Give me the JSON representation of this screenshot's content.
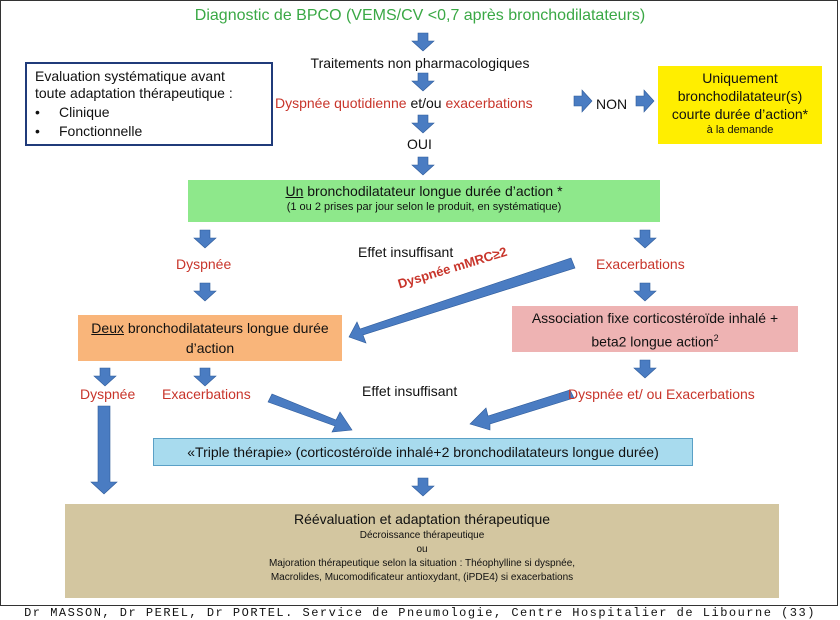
{
  "title": "Diagnostic de BPCO (VEMS/CV <0,7 après bronchodilatateurs)",
  "non_pharma": "Traitements non pharmacologiques",
  "question": {
    "part1": "Dyspnée quotidienne",
    "part2": "et/ou",
    "part3": "exacerbations"
  },
  "non_label": "NON",
  "oui_label": "OUI",
  "eval_box": {
    "title": "Evaluation systématique avant\ntoute adaptation thérapeutique :",
    "items": [
      "Clinique",
      "Fonctionnelle"
    ]
  },
  "yellow_box": {
    "line1": "Uniquement",
    "line2": "bronchodilatateur(s)",
    "line3": "courte durée d’action*",
    "line4": "à la demande"
  },
  "green_box": {
    "prefix": "Un",
    "main": " bronchodilatateur longue durée d’action *",
    "sub": "(1 ou 2 prises par jour selon le produit, en systématique)"
  },
  "effet_insuffisant_1": "Effet insuffisant",
  "effet_insuffisant_2": "Effet insuffisant",
  "dyspnee_left": "Dyspnée",
  "exacerbations_right": "Exacerbations",
  "mmrc_label": "Dyspnée mMRC≥2",
  "orange_box": {
    "prefix": "Deux",
    "main": " bronchodilatateurs longue durée",
    "line2": "d’action"
  },
  "pink_box": {
    "line1": "Association fixe corticostéroïde inhalé +",
    "line2": "beta2 longue action",
    "sup": "2"
  },
  "dyspnee_bottom": "Dyspnée",
  "exacerbations_bottom": "Exacerbations",
  "dyspnee_et_exac": "Dyspnée et/ ou Exacerbations",
  "triple": "«Triple thérapie» (corticostéroïde inhalé+2 bronchodilatateurs longue durée)",
  "tan_box": {
    "title": "Réévaluation et adaptation thérapeutique",
    "line1": "Décroissance thérapeutique",
    "line2": "ou",
    "line3": "Majoration thérapeutique selon la situation : Théophylline si dyspnée,",
    "line4": "Macrolides, Mucomodificateur antioxydant, (iPDE4) si exacerbations"
  },
  "footer": "Dr MASSON, Dr PEREL, Dr PORTEL. Service de Pneumologie, Centre Hospitalier de Libourne (33)",
  "colors": {
    "arrow": "#4a7cc2",
    "green_text": "#3aa845",
    "red_text": "#c8352b"
  }
}
